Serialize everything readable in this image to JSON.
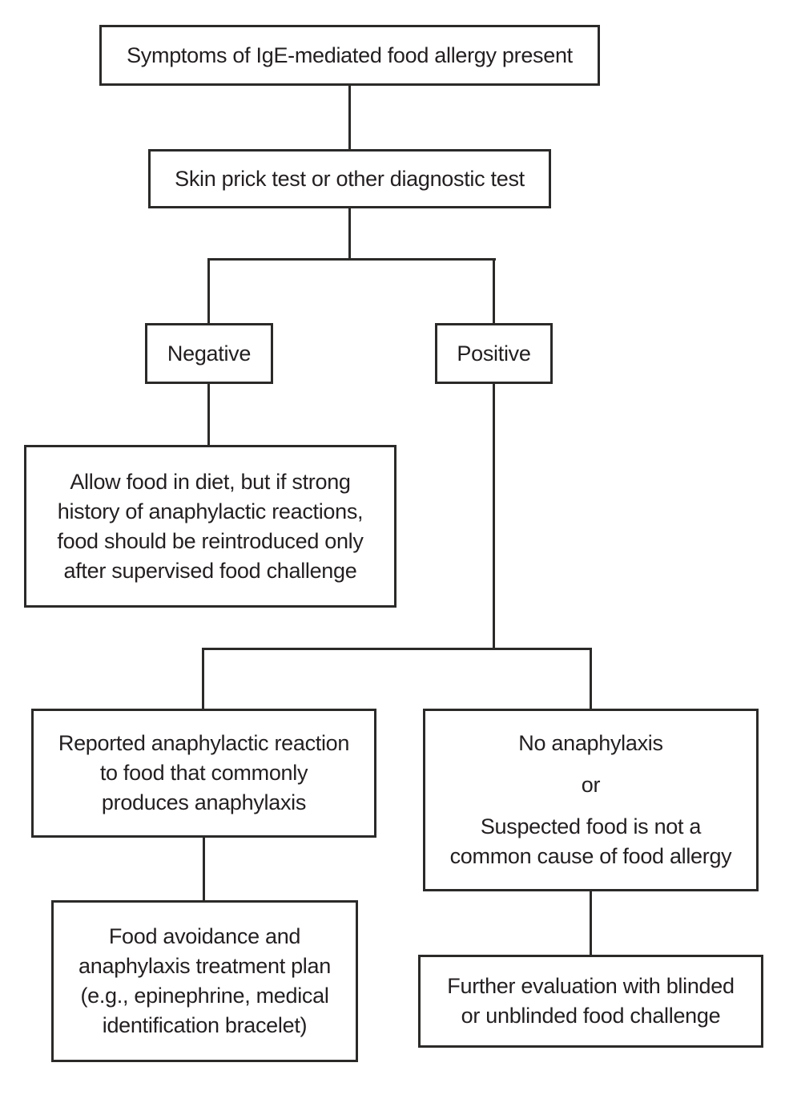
{
  "diagram": {
    "type": "flowchart",
    "topic": "Diagnosis pathway for IgE-mediated food allergy",
    "colors": {
      "background": "#ffffff",
      "line": "#2b2a29",
      "text": "#231f20"
    },
    "nodes": {
      "symptoms": {
        "label": "Symptoms of IgE-mediated food allergy present"
      },
      "skin_prick": {
        "label": "Skin prick test or other diagnostic test"
      },
      "negative": {
        "label": "Negative"
      },
      "positive": {
        "label": "Positive"
      },
      "allow_food": {
        "lines": [
          "Allow food in diet, but if strong",
          "history of anaphylactic reactions,",
          "food should be reintroduced only",
          "after supervised food challenge"
        ]
      },
      "reported_anaphylaxis": {
        "lines": [
          "Reported anaphylactic reaction",
          "to food that commonly",
          "produces anaphylaxis"
        ]
      },
      "no_anaphylaxis": {
        "part1": "No anaphylaxis",
        "part2": "or",
        "part3": [
          "Suspected food is not a",
          "common cause of food allergy"
        ]
      },
      "food_avoidance": {
        "lines": [
          "Food avoidance and",
          "anaphylaxis treatment plan",
          "(e.g., epinephrine, medical",
          "identification bracelet)"
        ]
      },
      "further_evaluation": {
        "lines": [
          "Further evaluation with blinded",
          "or unblinded food challenge"
        ]
      }
    },
    "edges": [
      {
        "from": "symptoms",
        "to": "skin_prick"
      },
      {
        "from": "skin_prick",
        "to": "negative"
      },
      {
        "from": "skin_prick",
        "to": "positive"
      },
      {
        "from": "negative",
        "to": "allow_food"
      },
      {
        "from": "positive",
        "to": "reported_anaphylaxis"
      },
      {
        "from": "positive",
        "to": "no_anaphylaxis"
      },
      {
        "from": "reported_anaphylaxis",
        "to": "food_avoidance"
      },
      {
        "from": "no_anaphylaxis",
        "to": "further_evaluation"
      }
    ]
  }
}
